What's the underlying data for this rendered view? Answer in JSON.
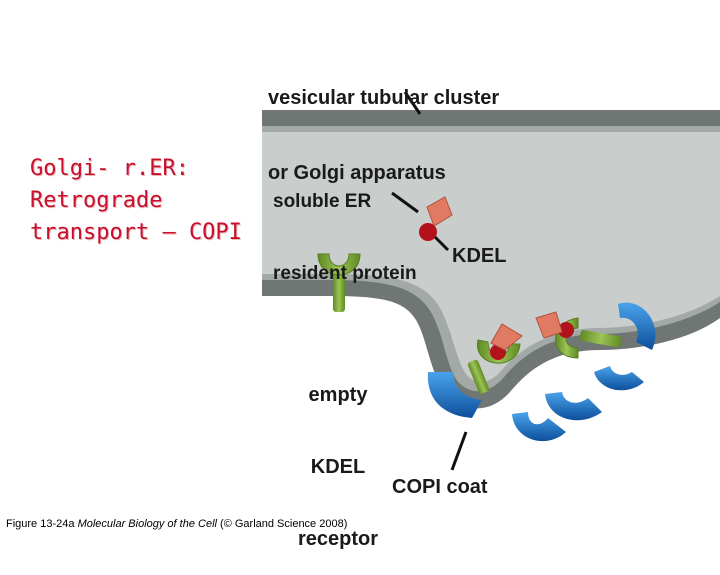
{
  "slide": {
    "title_lines": [
      "Golgi- r.ER:",
      "Retrograde",
      "transport – COPI"
    ]
  },
  "labels": {
    "compartment": [
      "vesicular tubular cluster",
      "or Golgi apparatus"
    ],
    "soluble": [
      "soluble ER",
      "resident protein"
    ],
    "kdel": "KDEL",
    "receptor": [
      "empty",
      "KDEL",
      "receptor"
    ],
    "copi": "COPI coat"
  },
  "caption": {
    "figure": "Figure 13-24a",
    "book": "Molecular Biology of the Cell",
    "credit": "(© Garland Science 2008)"
  },
  "colors": {
    "lumen": "#c9cdcc",
    "membrane_outer": "#6f7673",
    "membrane_inner": "#a3a9a6",
    "receptor": "#7ea63a",
    "protein": "#e07a63",
    "kdel_ball": "#b3121b",
    "copi": "#1d6fc0",
    "title_red": "#c8102e"
  }
}
